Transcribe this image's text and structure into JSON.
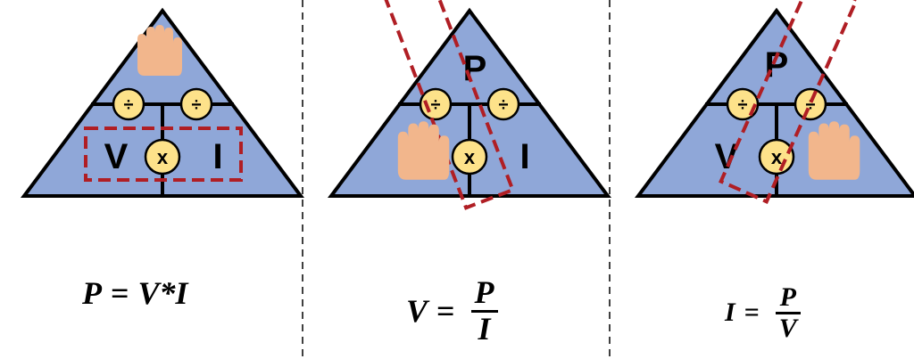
{
  "colors": {
    "triangle_fill": "#8fa7d8",
    "outline": "#000000",
    "operator_fill": "#fde28a",
    "hand_fill": "#f2b68c",
    "highlight_box": "#b01e24",
    "divider": "#000000"
  },
  "panels": [
    {
      "triangle": {
        "top_letter": "",
        "left_letter": "V",
        "right_letter": "I",
        "left_op": "÷",
        "right_op": "÷",
        "bottom_op": "x"
      },
      "hand_icon": "raised-hand",
      "hand_covers": "top",
      "highlight": "bottom",
      "formula": {
        "lhs": "P",
        "eq": "=",
        "rhs": "V*I"
      }
    },
    {
      "triangle": {
        "top_letter": "P",
        "left_letter": "",
        "right_letter": "I",
        "left_op": "÷",
        "right_op": "÷",
        "bottom_op": "x"
      },
      "hand_icon": "raised-hand",
      "hand_covers": "left",
      "highlight": "right",
      "formula": {
        "lhs": "V",
        "eq": "=",
        "num": "P",
        "den": "I"
      }
    },
    {
      "triangle": {
        "top_letter": "P",
        "left_letter": "V",
        "right_letter": "",
        "left_op": "÷",
        "right_op": "÷",
        "bottom_op": "x"
      },
      "hand_icon": "raised-hand",
      "hand_covers": "right",
      "highlight": "left",
      "formula": {
        "lhs": "I",
        "eq": "=",
        "num": "P",
        "den": "V"
      }
    }
  ]
}
